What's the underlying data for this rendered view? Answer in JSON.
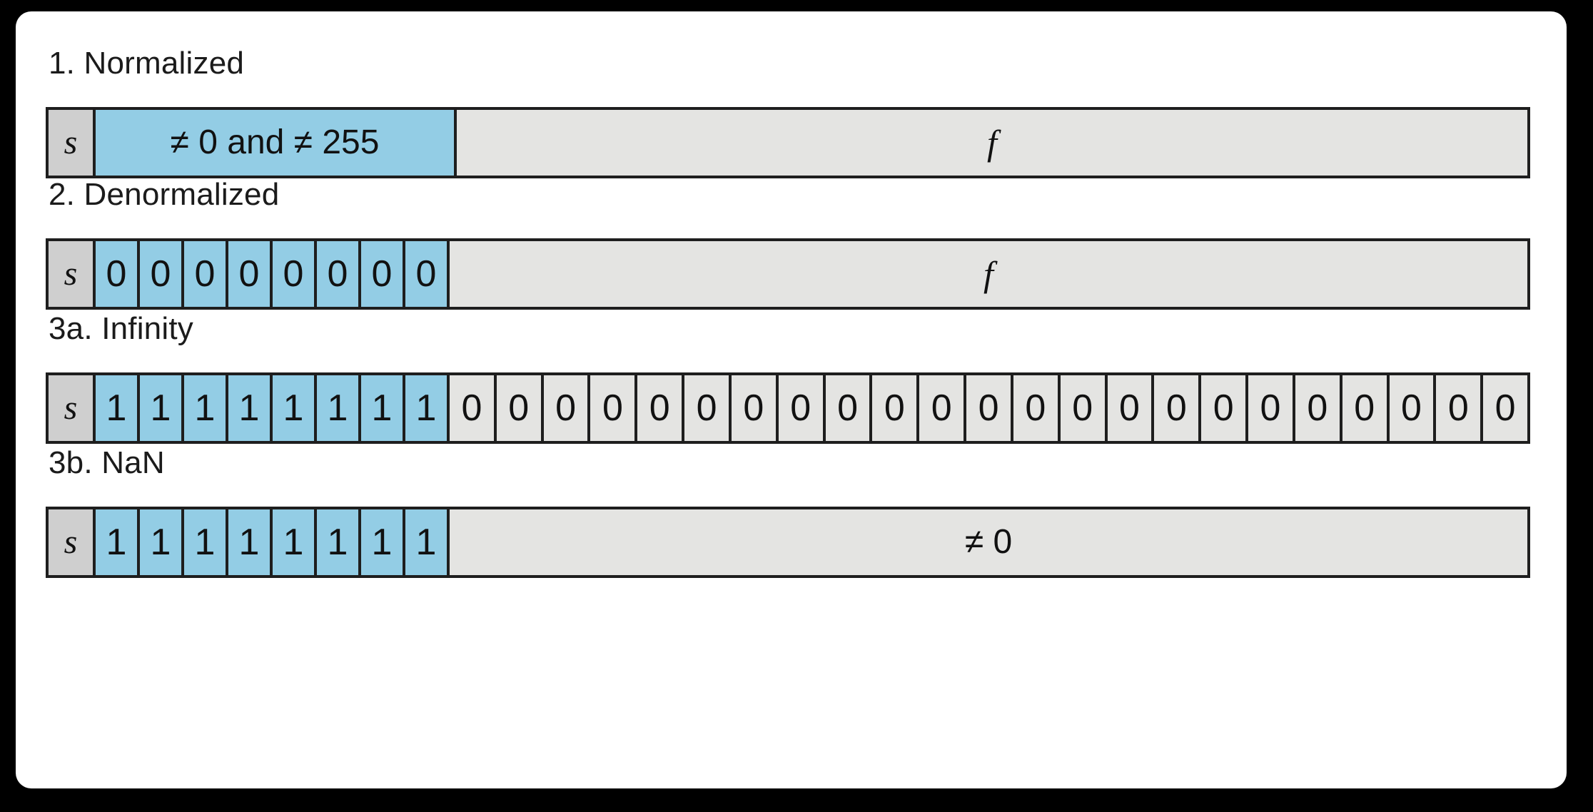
{
  "figure": {
    "background_color": "#000000",
    "card_color": "#ffffff",
    "border_color": "#1e1e1e",
    "sign_cell_color": "#cfcfcf",
    "exponent_cell_color": "#93cde5",
    "fraction_cell_color": "#e4e4e2",
    "sign_label": "s"
  },
  "sections": [
    {
      "label": "1. Normalized",
      "sign": "s",
      "exponent_mode": "text",
      "exponent_text": "≠ 0 and ≠ 255",
      "exponent_bits": [],
      "fraction_mode": "text",
      "fraction_text": "f",
      "fraction_bits": []
    },
    {
      "label": "2. Denormalized",
      "sign": "s",
      "exponent_mode": "bits",
      "exponent_text": "",
      "exponent_bits": [
        "0",
        "0",
        "0",
        "0",
        "0",
        "0",
        "0",
        "0"
      ],
      "fraction_mode": "text",
      "fraction_text": "f",
      "fraction_bits": []
    },
    {
      "label": "3a. Infinity",
      "sign": "s",
      "exponent_mode": "bits",
      "exponent_text": "",
      "exponent_bits": [
        "1",
        "1",
        "1",
        "1",
        "1",
        "1",
        "1",
        "1"
      ],
      "fraction_mode": "bits",
      "fraction_text": "",
      "fraction_bits": [
        "0",
        "0",
        "0",
        "0",
        "0",
        "0",
        "0",
        "0",
        "0",
        "0",
        "0",
        "0",
        "0",
        "0",
        "0",
        "0",
        "0",
        "0",
        "0",
        "0",
        "0",
        "0",
        "0"
      ]
    },
    {
      "label": "3b. NaN",
      "sign": "s",
      "exponent_mode": "bits",
      "exponent_text": "",
      "exponent_bits": [
        "1",
        "1",
        "1",
        "1",
        "1",
        "1",
        "1",
        "1"
      ],
      "fraction_mode": "text",
      "fraction_text": "≠ 0",
      "fraction_bits": []
    }
  ]
}
